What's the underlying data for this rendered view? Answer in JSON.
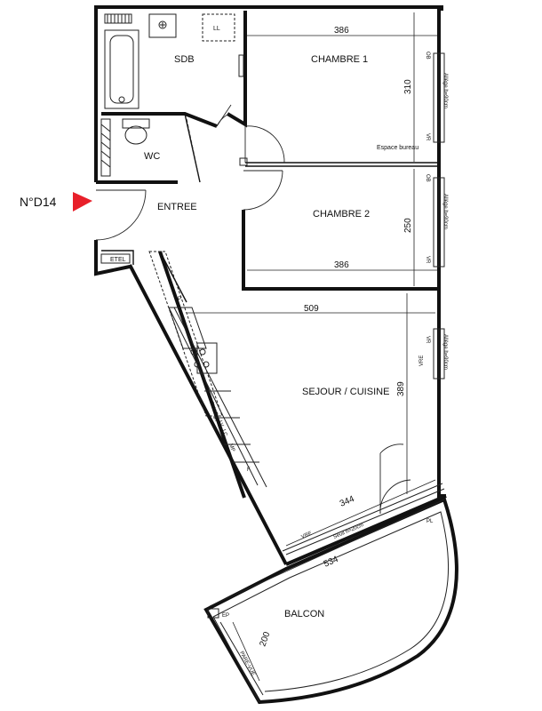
{
  "unit": {
    "id": "N°D14",
    "entry_marker_color": "#e8202a"
  },
  "rooms": {
    "sdb": "SDB",
    "wc": "WC",
    "entree": "ENTREE",
    "chambre1": "CHAMBRE 1",
    "chambre2": "CHAMBRE 2",
    "sejour": "SEJOUR / CUISINE",
    "balcon": "BALCON",
    "espace_bureau": "Espace bureau"
  },
  "fixtures": {
    "ll": "LL",
    "etel": "ETEL",
    "clt": "CU LT",
    "lv": "LV",
    "mf": "MF",
    "lc": "LC",
    "mp": "MP",
    "f": "F",
    "ep": "EP",
    "pl": "PL",
    "p": "P"
  },
  "dimensions": {
    "ch1_width": "386",
    "ch1_depth": "310",
    "ch2_depth": "250",
    "ch2_width": "386",
    "sejour_width": "509",
    "sejour_depth": "389",
    "window_width": "344",
    "balcon_width": "534",
    "balcon_depth": "200"
  },
  "annotations": {
    "allege1": "Allège h=90cm",
    "allege2": "Allège h=90cm",
    "allege3": "Allège h=90cm",
    "seuil": "Seuil h=20cm",
    "pare_vue": "PARE-VUE",
    "ob1": "OB",
    "ob2": "OB",
    "vr1": "VR",
    "vr2": "VR",
    "vr3": "VR",
    "vre1": "VRE",
    "vre2": "VRE"
  }
}
